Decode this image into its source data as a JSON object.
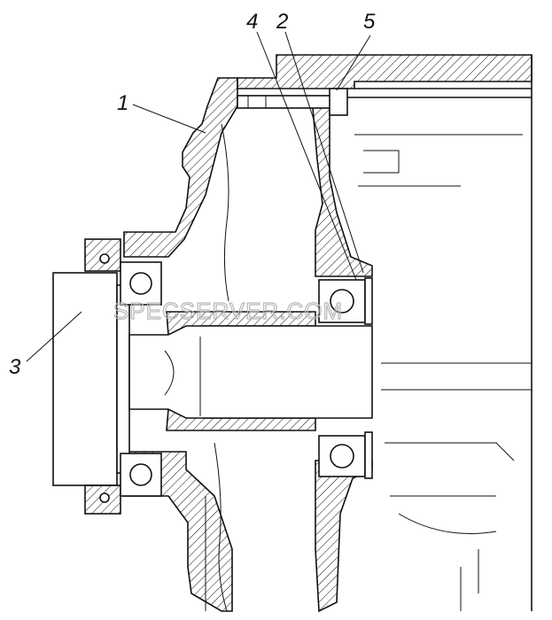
{
  "callouts": {
    "c1": "1",
    "c2": "2",
    "c3": "3",
    "c4": "4",
    "c5": "5"
  },
  "watermark": "SPECSERVER.COM"
}
